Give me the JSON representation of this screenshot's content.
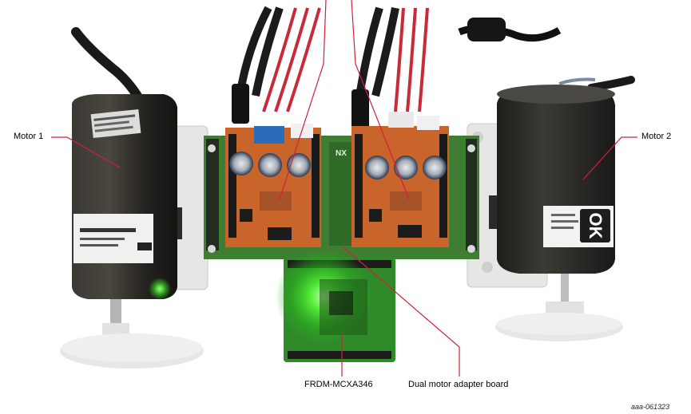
{
  "labels": {
    "motor1": "Motor 1",
    "motor2": "Motor 2",
    "frdm": "FRDM-MCXA346",
    "adapter": "Dual motor adapter board"
  },
  "figure_id": "aaa-061323",
  "motor2_sticker_text": "OK",
  "colors": {
    "leader_line": "#d0213a",
    "board_green": "#3f7d32",
    "board_orange": "#c9652a",
    "motor_body": "#2c2a26",
    "led_glow": "#55ff3a"
  }
}
